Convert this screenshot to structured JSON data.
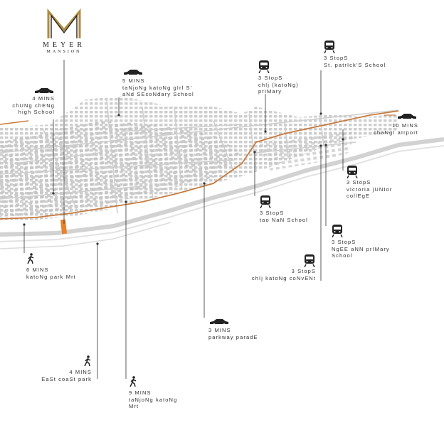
{
  "logo": {
    "brand": "MEYER",
    "sub": "MANSION"
  },
  "labels": {
    "chung_cheng": [
      "4 MINS",
      "chUNg chENg",
      "high School"
    ],
    "tanjong_girls": [
      "5 MINS",
      "taNjoNg katoNg gIrl S'",
      "aNd SEcoNdary School"
    ],
    "chij_primary": [
      "3 StopS",
      "chIj (katoNg)",
      "prIMary"
    ],
    "st_patricks": [
      "3 StopS",
      "St. patrIck'S School"
    ],
    "changi": [
      "10 MINS",
      "chaNgI aIrport"
    ],
    "victoria": [
      "3 StopS",
      "vIctorIa jUNIor",
      "collEgE"
    ],
    "tao_nan": [
      "3 StopS",
      "tao NaN School"
    ],
    "ngee_ann": [
      "3 StopS",
      "NgEE aNN prIMary",
      "School"
    ],
    "chij_convent": [
      "3 StopS",
      "chIj katoNg coNvENt"
    ],
    "katong_park": [
      "6 MINS",
      "katoNg park Mrt"
    ],
    "parkway": [
      "3 MINS",
      "parkway paradE"
    ],
    "east_coast": [
      "4 MINS",
      "EaSt coaSt park"
    ],
    "tanjong_mrt": [
      "9 MINS",
      "taNjoNg katoNg",
      "Mrt"
    ]
  },
  "colors": {
    "road": "#c87a3c",
    "site": "#e8822a",
    "logo_gold": "#b08a3e",
    "streets": "#cfcfcf",
    "blocks": "#b9b9b9"
  },
  "icons": {
    "car": "car-icon",
    "train": "train-icon",
    "walk": "walking-person-icon"
  }
}
